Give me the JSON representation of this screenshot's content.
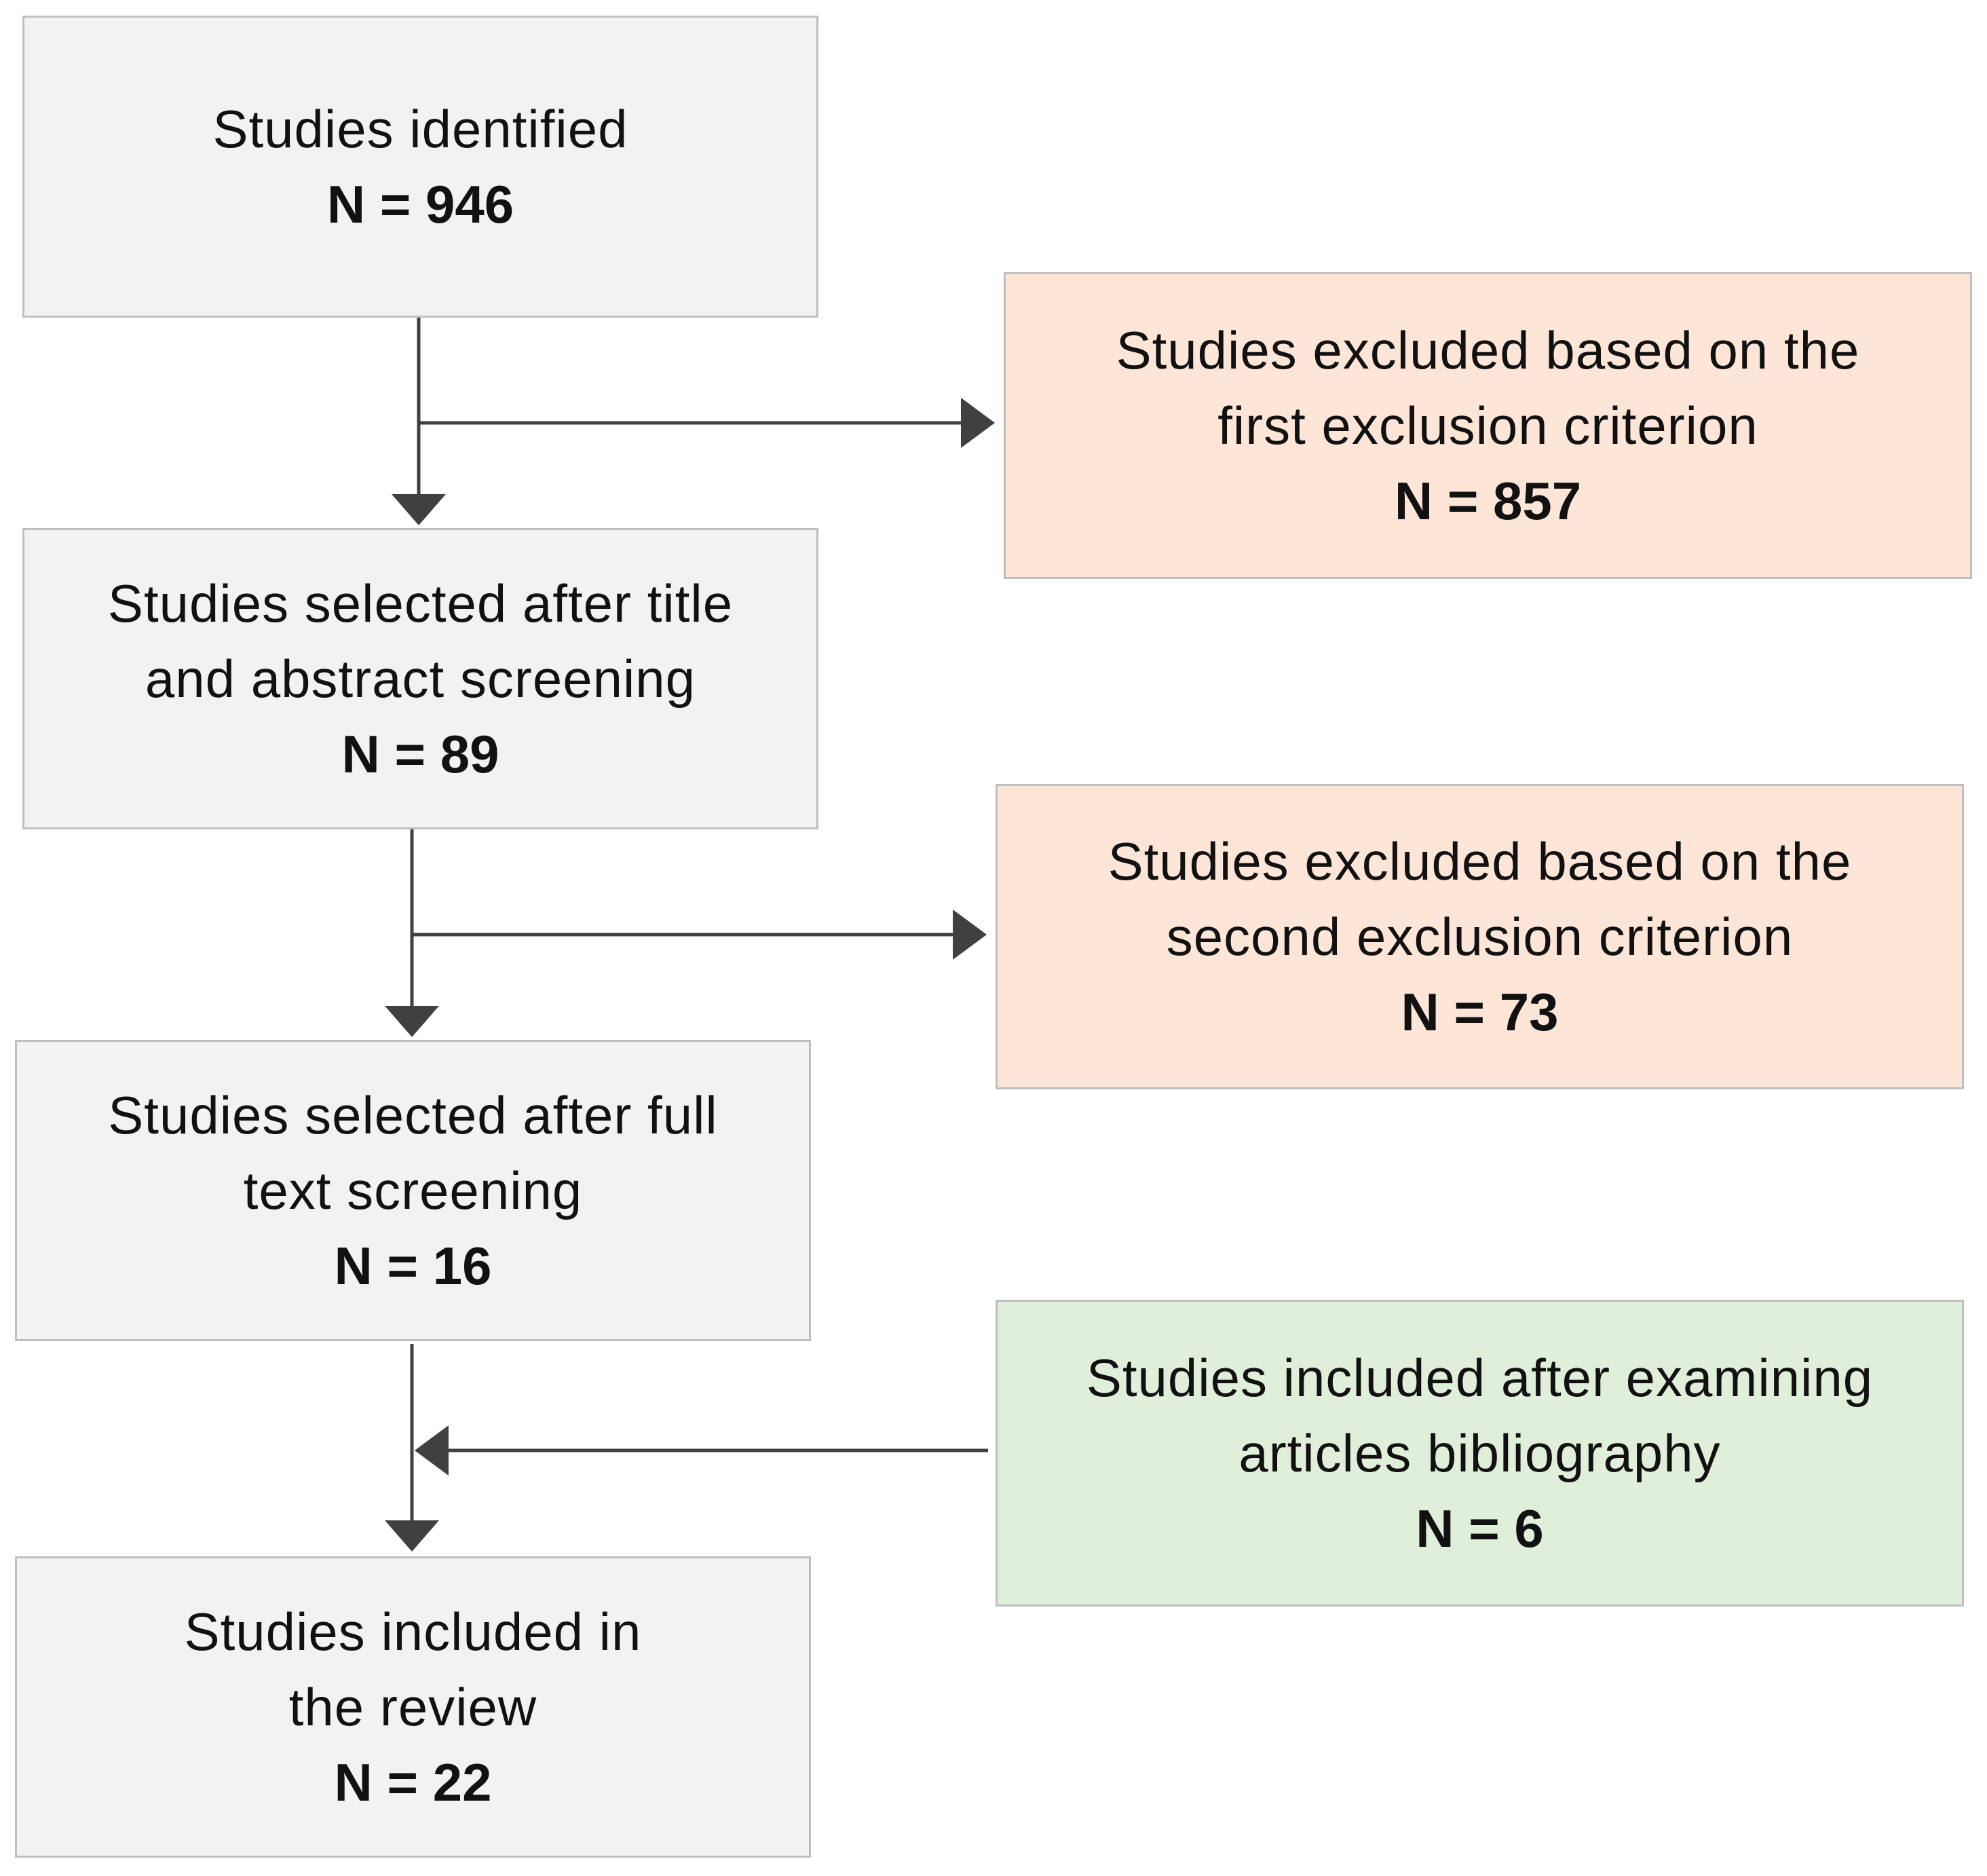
{
  "flow": {
    "identified": {
      "lines": [
        "Studies identified"
      ],
      "count": "N = 946"
    },
    "after_title_abstract": {
      "lines": [
        "Studies selected after title",
        "and abstract screening"
      ],
      "count": "N = 89"
    },
    "after_full_text": {
      "lines": [
        "Studies selected after full",
        "text screening"
      ],
      "count": "N = 16"
    },
    "included": {
      "lines": [
        "Studies included in",
        "the review"
      ],
      "count": "N = 22"
    },
    "excluded_first": {
      "lines": [
        "Studies excluded based on the",
        "first exclusion criterion"
      ],
      "count": "N = 857"
    },
    "excluded_second": {
      "lines": [
        "Studies excluded based on the",
        "second exclusion criterion"
      ],
      "count": "N = 73"
    },
    "bibliography": {
      "lines": [
        "Studies included after examining",
        "articles bibliography"
      ],
      "count": "N = 6"
    }
  },
  "colors": {
    "main_box": "#f2f2f2",
    "excluded_box": "#fde5d8",
    "added_box": "#e0efda",
    "border": "#bfbfbf",
    "arrow": "#404040"
  }
}
